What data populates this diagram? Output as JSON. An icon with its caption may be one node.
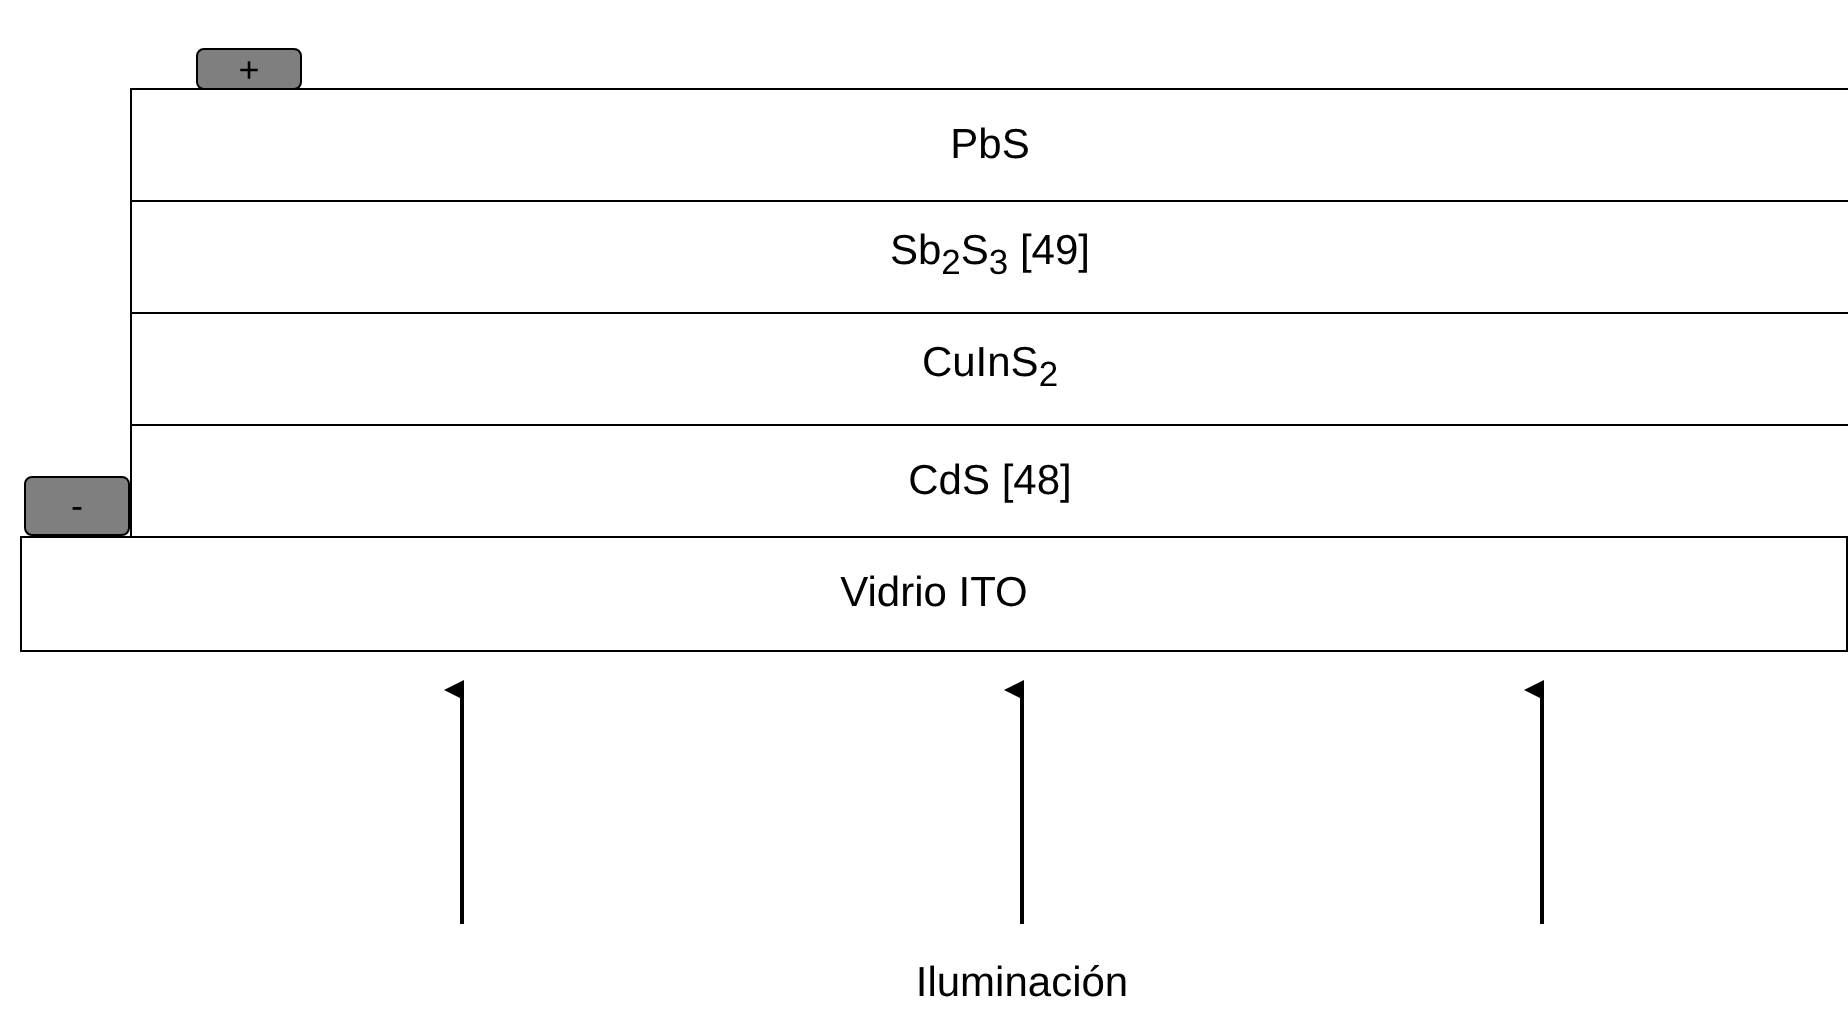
{
  "diagram": {
    "nodes": [
      {
        "text": [
          "PbS"
        ]
      },
      {
        "text": [
          "Sb$_{2}$S$_{3}$ [49]"
        ]
      },
      {
        "text": [
          "CuInS$_{2}$"
        ]
      },
      {
        "text": [
          "CdS [48]"
        ]
      },
      {
        "text": [
          "Vidrio ITO"
        ]
      },
      {
        "text": [
          "+"
        ]
      },
      {
        "text": [
          "-"
        ]
      }
    ],
    "edges": [],
    "labels": [
      "Iluminación"
    ]
  }
}
